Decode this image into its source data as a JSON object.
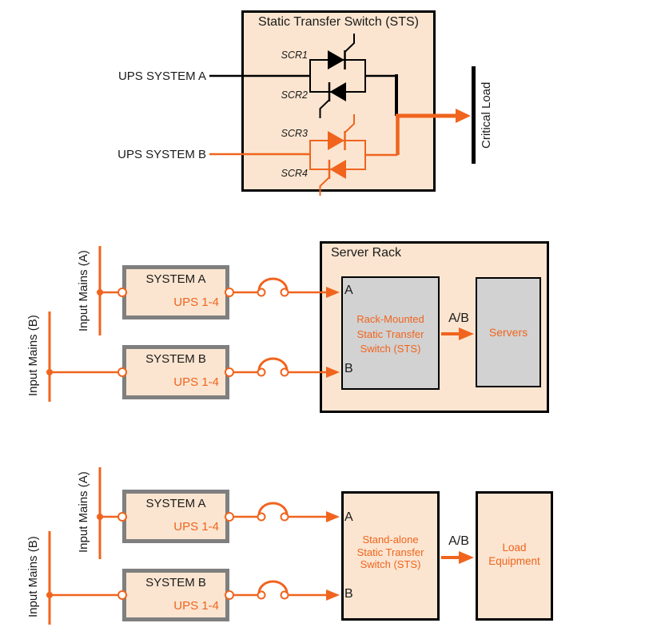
{
  "colors": {
    "orange": "#F0641E",
    "peach_fill": "#FBE5D0",
    "gray_fill": "#D2D2D2",
    "gray_border": "#7F7F7F",
    "line_black": "#000000"
  },
  "top_diagram": {
    "title": "Static Transfer Switch (STS)",
    "input_a_label": "UPS SYSTEM A",
    "input_b_label": "UPS SYSTEM B",
    "scr1": "SCR1",
    "scr2": "SCR2",
    "scr3": "SCR3",
    "scr4": "SCR4",
    "output_label": "Critical Load"
  },
  "middle_diagram": {
    "container_title": "Server Rack",
    "input_mains_a": "Input Mains (A)",
    "input_mains_b": "Input Mains (B)",
    "ups_a": {
      "name": "SYSTEM A",
      "units": "UPS 1-4"
    },
    "ups_b": {
      "name": "SYSTEM B",
      "units": "UPS 1-4"
    },
    "sts_box": {
      "port_a": "A",
      "port_b": "B",
      "lines": [
        "Rack-Mounted",
        "Static Transfer",
        "Switch (STS)"
      ]
    },
    "output_label": "A/B",
    "load_box": {
      "lines": [
        "Servers"
      ]
    }
  },
  "bottom_diagram": {
    "input_mains_a": "Input Mains (A)",
    "input_mains_b": "Input Mains (B)",
    "ups_a": {
      "name": "SYSTEM A",
      "units": "UPS 1-4"
    },
    "ups_b": {
      "name": "SYSTEM B",
      "units": "UPS 1-4"
    },
    "sts_box": {
      "port_a": "A",
      "port_b": "B",
      "lines": [
        "Stand-alone",
        "Static Transfer",
        "Switch (STS)"
      ]
    },
    "output_label": "A/B",
    "load_box": {
      "lines": [
        "Load",
        "Equipment"
      ]
    }
  }
}
